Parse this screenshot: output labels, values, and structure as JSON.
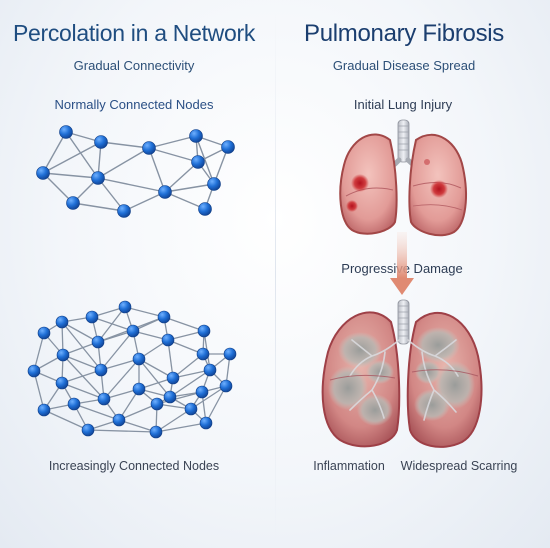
{
  "left": {
    "title": "Percolation in a Network",
    "subtitle": "Gradual Connectivity",
    "top_label": "Normally Connected Nodes",
    "bottom_label": "Increasingly Connected Nodes"
  },
  "right": {
    "title": "Pulmonary Fibrosis",
    "subtitle": "Gradual Disease Spread",
    "top_label": "Initial Lung Injury",
    "middle_label": "Progressive Damage",
    "caption_left": "Inflammation",
    "caption_right": "Widespread Scarring"
  },
  "colors": {
    "node": "#1f6fd6",
    "edge": "#8793a3",
    "lung_tissue": "#d98a8a",
    "lung_edge": "#a24747",
    "scar": "#9a9c9a",
    "arrow": "#e08a72"
  },
  "icons": [
    "network-graph-icon",
    "lungs-icon",
    "down-arrow-icon"
  ]
}
